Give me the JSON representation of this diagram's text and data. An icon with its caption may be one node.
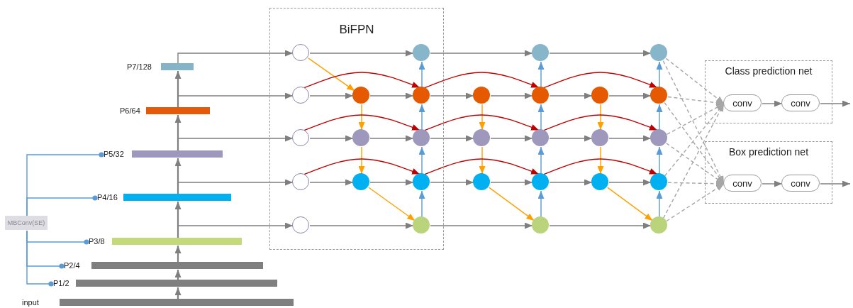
{
  "diagram": {
    "nodes": [
      {
        "text": [
          "MBConv(SE)"
        ]
      },
      {
        "text": [],
        "shape": "bar",
        "beside": [
          "P7/128"
        ]
      },
      {
        "text": [],
        "shape": "bar",
        "beside": [
          "P6/64"
        ]
      },
      {
        "text": [],
        "shape": "bar",
        "beside": [
          "P5/32"
        ]
      },
      {
        "text": [],
        "shape": "bar",
        "beside": [
          "P4/16"
        ]
      },
      {
        "text": [],
        "shape": "bar",
        "beside": [
          "P3/8"
        ]
      },
      {
        "text": [],
        "shape": "bar",
        "beside": [
          "P2/4"
        ]
      },
      {
        "text": [],
        "shape": "bar",
        "beside": [
          "P1/2"
        ]
      },
      {
        "text": [],
        "shape": "bar",
        "beside": [
          "input"
        ]
      },
      {
        "text": [
          "BiFPN"
        ]
      },
      {
        "text": [],
        "shape": "circle",
        "in": 9
      },
      {
        "text": [],
        "shape": "circle",
        "in": 9
      },
      {
        "text": [],
        "shape": "circle",
        "in": 9
      },
      {
        "text": [],
        "shape": "circle",
        "in": 9
      },
      {
        "text": [],
        "shape": "circle",
        "in": 9
      },
      {
        "text": [],
        "shape": "circle",
        "in": 9
      },
      {
        "text": [],
        "shape": "circle",
        "in": 9
      },
      {
        "text": [],
        "shape": "circle",
        "in": 9
      },
      {
        "text": [],
        "shape": "circle",
        "in": 9
      },
      {
        "text": [],
        "shape": "circle",
        "in": 9
      },
      {
        "text": [],
        "shape": "circle",
        "in": 9
      },
      {
        "text": [],
        "shape": "circle",
        "in": 9
      },
      {
        "text": [],
        "shape": "circle",
        "in": 9
      },
      {
        "text": [],
        "shape": "circle"
      },
      {
        "text": [],
        "shape": "circle"
      },
      {
        "text": [],
        "shape": "circle"
      },
      {
        "text": [],
        "shape": "circle"
      },
      {
        "text": [],
        "shape": "circle"
      },
      {
        "text": [],
        "shape": "circle"
      },
      {
        "text": [],
        "shape": "circle"
      },
      {
        "text": [],
        "shape": "circle"
      },
      {
        "text": [],
        "shape": "circle"
      },
      {
        "text": [],
        "shape": "circle"
      },
      {
        "text": [],
        "shape": "circle"
      },
      {
        "text": [],
        "shape": "circle"
      },
      {
        "text": [],
        "shape": "circle"
      },
      {
        "text": [],
        "shape": "circle"
      },
      {
        "text": [],
        "shape": "circle"
      },
      {
        "text": [],
        "shape": "circle"
      },
      {
        "text": [
          "Class prediction net"
        ]
      },
      {
        "text": [
          "conv"
        ],
        "in": 39
      },
      {
        "text": [
          "conv"
        ],
        "in": 39
      },
      {
        "text": [
          "Box prediction net"
        ]
      },
      {
        "text": [
          "conv"
        ],
        "in": 42
      },
      {
        "text": [
          "conv"
        ],
        "in": 42
      }
    ],
    "edges": [
      {
        "from": 8,
        "to": 7,
        "arrow": "to"
      },
      {
        "from": 7,
        "to": 6,
        "arrow": "to"
      },
      {
        "from": 6,
        "to": 5,
        "arrow": "to"
      },
      {
        "from": 5,
        "to": 4,
        "arrow": "to"
      },
      {
        "from": 4,
        "to": 3,
        "arrow": "to"
      },
      {
        "from": 3,
        "to": 2,
        "arrow": "to"
      },
      {
        "from": 2,
        "to": 1,
        "arrow": "to"
      },
      {
        "from": 1,
        "to": 10,
        "arrow": "to"
      },
      {
        "from": 2,
        "to": 11,
        "arrow": "to"
      },
      {
        "from": 3,
        "to": 12,
        "arrow": "to"
      },
      {
        "from": 4,
        "to": 13,
        "arrow": "to"
      },
      {
        "from": 5,
        "to": 14,
        "arrow": "to"
      },
      {
        "from": 0,
        "to": 3,
        "arrow": "other",
        "color": "#5b9bd5"
      },
      {
        "from": 0,
        "to": 4,
        "arrow": "other",
        "color": "#5b9bd5"
      },
      {
        "from": 0,
        "to": 5,
        "arrow": "other",
        "color": "#5b9bd5"
      },
      {
        "from": 0,
        "to": 6,
        "arrow": "other",
        "color": "#5b9bd5"
      },
      {
        "from": 0,
        "to": 7,
        "arrow": "other",
        "color": "#5b9bd5"
      },
      {
        "from": 10,
        "to": 18,
        "arrow": "to"
      },
      {
        "from": 11,
        "to": 15,
        "arrow": "to"
      },
      {
        "from": 15,
        "to": 19,
        "arrow": "to"
      },
      {
        "from": 12,
        "to": 16,
        "arrow": "to"
      },
      {
        "from": 16,
        "to": 20,
        "arrow": "to"
      },
      {
        "from": 13,
        "to": 17,
        "arrow": "to"
      },
      {
        "from": 17,
        "to": 21,
        "arrow": "to"
      },
      {
        "from": 14,
        "to": 22,
        "arrow": "to"
      },
      {
        "from": 10,
        "to": 15,
        "arrow": "to",
        "color": "#ffa000"
      },
      {
        "from": 15,
        "to": 16,
        "arrow": "to",
        "color": "#ffa000"
      },
      {
        "from": 16,
        "to": 17,
        "arrow": "to",
        "color": "#ffa000"
      },
      {
        "from": 17,
        "to": 22,
        "arrow": "to",
        "color": "#ffa000"
      },
      {
        "from": 22,
        "to": 21,
        "arrow": "to",
        "color": "#5b9bd5"
      },
      {
        "from": 21,
        "to": 20,
        "arrow": "to",
        "color": "#5b9bd5"
      },
      {
        "from": 20,
        "to": 19,
        "arrow": "to",
        "color": "#5b9bd5"
      },
      {
        "from": 19,
        "to": 18,
        "arrow": "to",
        "color": "#5b9bd5"
      },
      {
        "from": 11,
        "to": 19,
        "arrow": "to",
        "color": "#c00000"
      },
      {
        "from": 12,
        "to": 20,
        "arrow": "to",
        "color": "#c00000"
      },
      {
        "from": 13,
        "to": 21,
        "arrow": "to",
        "color": "#c00000"
      },
      {
        "from": 18,
        "to": 26,
        "arrow": "to"
      },
      {
        "from": 19,
        "to": 23,
        "arrow": "to"
      },
      {
        "from": 23,
        "to": 27,
        "arrow": "to"
      },
      {
        "from": 20,
        "to": 24,
        "arrow": "to"
      },
      {
        "from": 24,
        "to": 28,
        "arrow": "to"
      },
      {
        "from": 21,
        "to": 25,
        "arrow": "to"
      },
      {
        "from": 25,
        "to": 29,
        "arrow": "to"
      },
      {
        "from": 22,
        "to": 30,
        "arrow": "to"
      },
      {
        "from": 23,
        "to": 24,
        "arrow": "to",
        "color": "#ffa000"
      },
      {
        "from": 24,
        "to": 25,
        "arrow": "to",
        "color": "#ffa000"
      },
      {
        "from": 25,
        "to": 30,
        "arrow": "to",
        "color": "#ffa000"
      },
      {
        "from": 30,
        "to": 29,
        "arrow": "to",
        "color": "#5b9bd5"
      },
      {
        "from": 29,
        "to": 28,
        "arrow": "to",
        "color": "#5b9bd5"
      },
      {
        "from": 28,
        "to": 27,
        "arrow": "to",
        "color": "#5b9bd5"
      },
      {
        "from": 27,
        "to": 26,
        "arrow": "to",
        "color": "#5b9bd5"
      },
      {
        "from": 19,
        "to": 27,
        "arrow": "to",
        "color": "#c00000"
      },
      {
        "from": 20,
        "to": 28,
        "arrow": "to",
        "color": "#c00000"
      },
      {
        "from": 21,
        "to": 29,
        "arrow": "to",
        "color": "#c00000"
      },
      {
        "from": 26,
        "to": 34,
        "arrow": "to"
      },
      {
        "from": 27,
        "to": 31,
        "arrow": "to"
      },
      {
        "from": 31,
        "to": 35,
        "arrow": "to"
      },
      {
        "from": 28,
        "to": 32,
        "arrow": "to"
      },
      {
        "from": 32,
        "to": 36,
        "arrow": "to"
      },
      {
        "from": 29,
        "to": 33,
        "arrow": "to"
      },
      {
        "from": 33,
        "to": 37,
        "arrow": "to"
      },
      {
        "from": 30,
        "to": 38,
        "arrow": "to"
      },
      {
        "from": 31,
        "to": 32,
        "arrow": "to",
        "color": "#ffa000"
      },
      {
        "from": 32,
        "to": 33,
        "arrow": "to",
        "color": "#ffa000"
      },
      {
        "from": 33,
        "to": 38,
        "arrow": "to",
        "color": "#ffa000"
      },
      {
        "from": 38,
        "to": 37,
        "arrow": "to",
        "color": "#5b9bd5"
      },
      {
        "from": 37,
        "to": 36,
        "arrow": "to",
        "color": "#5b9bd5"
      },
      {
        "from": 36,
        "to": 35,
        "arrow": "to",
        "color": "#5b9bd5"
      },
      {
        "from": 35,
        "to": 34,
        "arrow": "to",
        "color": "#5b9bd5"
      },
      {
        "from": 27,
        "to": 35,
        "arrow": "to",
        "color": "#c00000"
      },
      {
        "from": 28,
        "to": 36,
        "arrow": "to",
        "color": "#c00000"
      },
      {
        "from": 29,
        "to": 37,
        "arrow": "to",
        "color": "#c00000"
      },
      {
        "from": 34,
        "to": 40,
        "arrow": "to",
        "style": "dashed",
        "color": "#a6a6a6"
      },
      {
        "from": 35,
        "to": 40,
        "arrow": "to",
        "style": "dashed",
        "color": "#a6a6a6"
      },
      {
        "from": 36,
        "to": 40,
        "arrow": "to",
        "style": "dashed",
        "color": "#a6a6a6"
      },
      {
        "from": 37,
        "to": 40,
        "arrow": "to",
        "style": "dashed",
        "color": "#a6a6a6"
      },
      {
        "from": 38,
        "to": 40,
        "arrow": "to",
        "style": "dashed",
        "color": "#a6a6a6"
      },
      {
        "from": 34,
        "to": 43,
        "arrow": "to",
        "style": "dashed",
        "color": "#a6a6a6"
      },
      {
        "from": 35,
        "to": 43,
        "arrow": "to",
        "style": "dashed",
        "color": "#a6a6a6"
      },
      {
        "from": 36,
        "to": 43,
        "arrow": "to",
        "style": "dashed",
        "color": "#a6a6a6"
      },
      {
        "from": 37,
        "to": 43,
        "arrow": "to",
        "style": "dashed",
        "color": "#a6a6a6"
      },
      {
        "from": 38,
        "to": 43,
        "arrow": "to",
        "style": "dashed",
        "color": "#a6a6a6"
      },
      {
        "from": 40,
        "to": 41,
        "arrow": "to"
      },
      {
        "from": 43,
        "to": 44,
        "arrow": "to"
      },
      {
        "from": 41,
        "to": null,
        "arrow": "to"
      },
      {
        "from": 44,
        "to": null,
        "arrow": "to"
      }
    ]
  }
}
